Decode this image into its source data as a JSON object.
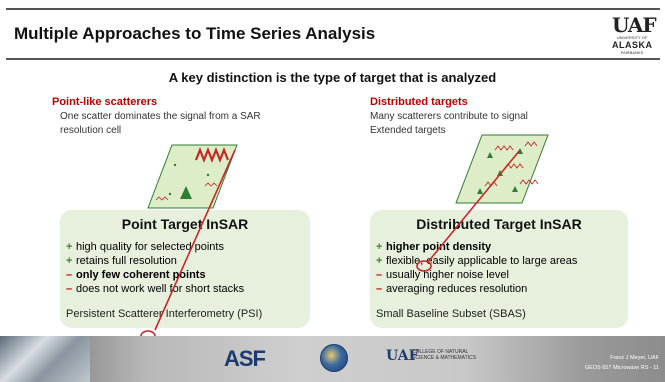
{
  "header": {
    "title": "Multiple Approaches to Time Series Analysis",
    "logo": {
      "main": "UAF",
      "sub": "UNIVERSITY OF",
      "name": "ALASKA",
      "place": "FAIRBANKS"
    }
  },
  "subtitle": "A key distinction is the type of target that is analyzed",
  "left": {
    "heading": "Point-like scatterers",
    "desc_line1": "One scatter dominates the signal from a SAR",
    "desc_line2": "resolution cell",
    "card": {
      "title": "Point Target InSAR",
      "bullets": [
        {
          "sign": "+",
          "text": "high quality for selected points"
        },
        {
          "sign": "+",
          "text": "retains full resolution"
        },
        {
          "sign": "–",
          "text": "only few coherent points"
        },
        {
          "sign": "–",
          "text": "does not work well for short stacks"
        }
      ],
      "method": "Persistent Scatterer Interferometry (PSI)"
    }
  },
  "right": {
    "heading": "Distributed targets",
    "desc_line1": "Many scatterers contribute to signal",
    "desc_line2": "Extended targets",
    "card": {
      "title": "Distributed Target InSAR",
      "bullets": [
        {
          "sign": "+",
          "text": "higher point density"
        },
        {
          "sign": "+",
          "text": "flexible, easily applicable to large areas"
        },
        {
          "sign": "–",
          "text": "usually higher noise level"
        },
        {
          "sign": "–",
          "text": "averaging reduces resolution"
        }
      ],
      "method": "Small Baseline Subset (SBAS)"
    }
  },
  "footer": {
    "asf_logo": "ASF",
    "ua_logo": "UAF",
    "college_line1": "COLLEGE OF NATURAL",
    "college_line2": "SCIENCE & MATHEMATICS",
    "credit_line1": "Franz J Meyer, UAF",
    "credit_line2": "GEOS 657 Microwave RS - 11"
  },
  "colors": {
    "heading_red": "#c00000",
    "card_green": "#e6f0dc",
    "plus_green": "#3a8a2a",
    "minus_red": "#c00000",
    "scatter_green": "#2e7d32",
    "wave_red": "#c62828"
  }
}
